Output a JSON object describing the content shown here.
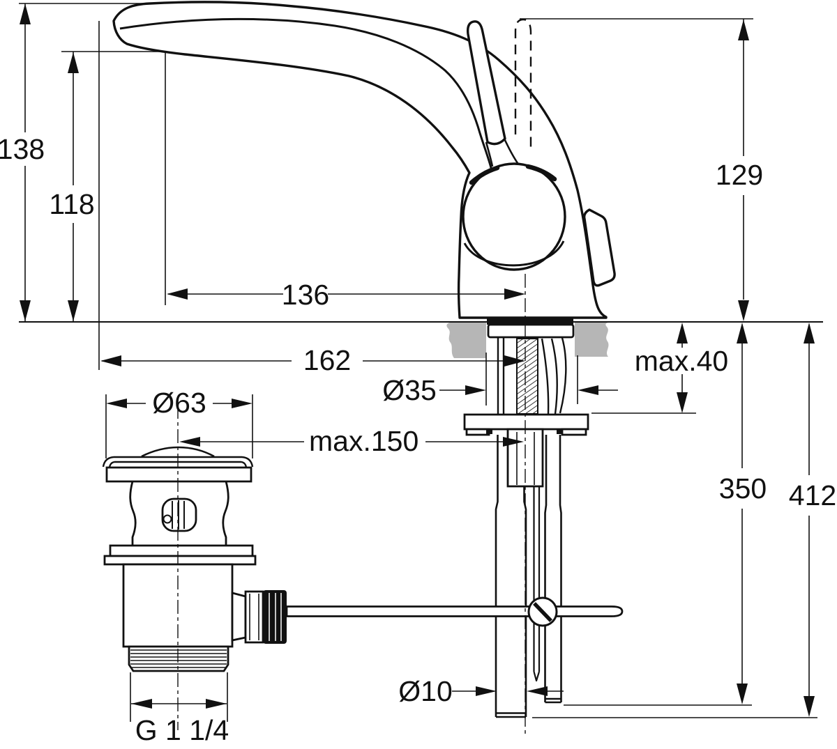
{
  "drawing": {
    "units": "mm",
    "colors": {
      "line": "#111111",
      "section_fill": "#b6b6b6"
    },
    "dimensions": {
      "spout_height": "138",
      "outlet_height": "118",
      "outlet_projection": "136",
      "spout_projection": "162",
      "handle_height": "129",
      "deck_thickness": "max.40",
      "deck_hole_diameter": "Ø35",
      "waste_plug_diameter": "Ø63",
      "waste_lever_reach": "max.150",
      "hose_length_to_right_pipe": "350",
      "length_to_left_pipe": "412",
      "pipe_diameter": "Ø10",
      "waste_thread": "G 1 1/4"
    }
  }
}
